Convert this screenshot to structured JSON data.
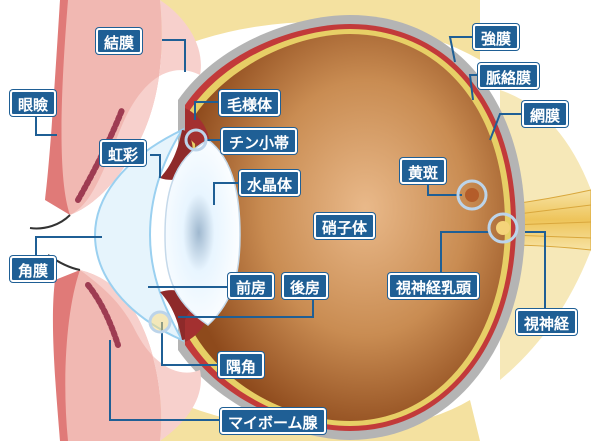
{
  "colors": {
    "label_bg": "#1f5f95",
    "label_text": "#ffffff",
    "leader_line": "#1f5f95",
    "sclera": "#b4b4b4",
    "choroid": "#c23a3a",
    "retina": "#e7cf66",
    "vitreous": "#a35a22",
    "lens": "#d7eefc",
    "cornea": "#e6f4fc",
    "eyelid": "#f1b8b2",
    "fat": "#f4e1a0",
    "optic_nerve": "#f2d168"
  },
  "icons": [
    "macula-ring-icon",
    "optic-disc-ring-icon",
    "zonule-ring-icon",
    "angle-ring-icon"
  ],
  "labels": {
    "ketsumaku": "結膜",
    "ganken": "眼瞼",
    "kousai": "虹彩",
    "mouyoutai": "毛様体",
    "chin_shoutai": "チン小帯",
    "suishoutai": "水晶体",
    "kakumaku": "角膜",
    "zenbou": "前房",
    "koubou": "後房",
    "guukaku": "隅角",
    "meibomian": "マイボーム腺",
    "kyoumaku": "強膜",
    "myakurakumaku": "脈絡膜",
    "moumaku": "網膜",
    "ouhan": "黄斑",
    "shoushitai": "硝子体",
    "shinkei_nyuutou": "視神経乳頭",
    "shishinkei": "視神経"
  }
}
